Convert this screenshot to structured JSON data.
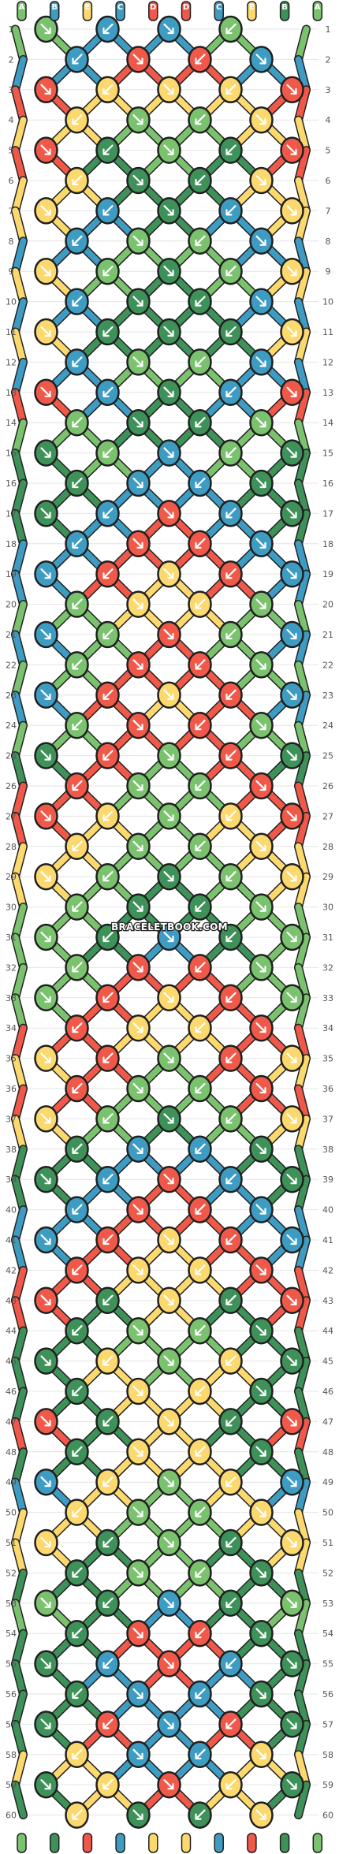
{
  "diagram": {
    "watermark": "BRACELETBOOK.COM",
    "palette": {
      "A": "#7bc26f",
      "B": "#3e9cc3",
      "C": "#f0594a",
      "D": "#fcd96e",
      "E": "#3e9259"
    },
    "threads": [
      {
        "letter": "A",
        "color": "A"
      },
      {
        "letter": "B",
        "color": "B"
      },
      {
        "letter": "E",
        "color": "D"
      },
      {
        "letter": "C",
        "color": "B"
      },
      {
        "letter": "D",
        "color": "C"
      },
      {
        "letter": "D",
        "color": "C"
      },
      {
        "letter": "C",
        "color": "B"
      },
      {
        "letter": "E",
        "color": "D"
      },
      {
        "letter": "B",
        "color": "E"
      },
      {
        "letter": "A",
        "color": "A"
      }
    ],
    "bottom_threads": [
      "A",
      "E",
      "C",
      "B",
      "D",
      "D",
      "B",
      "C",
      "E",
      "A"
    ],
    "row_count": 60,
    "pattern_rows": [
      "AB.BA",
      "BCCB",
      "CDDDC",
      "DAAD",
      "CEAEC",
      "DEED",
      "DBEBD",
      "BAAB",
      "DAEAD",
      "BEEB",
      "DEEED",
      "BAAB",
      "CBEBC",
      "AEEA",
      "EABAE",
      "EBBE",
      "EBCBE",
      "BCCB",
      "BCDCB",
      "ADDA",
      "BACAB",
      "ACCA",
      "BCDCB",
      "ACCA",
      "ECACE",
      "CAAC",
      "CDADC",
      "DAAD",
      "DAEAD",
      "AEEA",
      "AEBEA",
      "ACCA",
      "ACDCA",
      "CDDC",
      "DCACD",
      "CAAC",
      "DAEAD",
      "EBBE",
      "EBCBE",
      "BCCB",
      "BCDCB",
      "CDDC",
      "CEDEC",
      "EAAE",
      "EDADE",
      "EDDE",
      "CEDEC",
      "EDDE",
      "BDADB",
      "DAAD",
      "DEAED",
      "EAAE",
      "AEBEA",
      "ECCE",
      "EBCBE",
      "EBBE",
      "ECBCE",
      "DBBD",
      "EDCDE",
      "DEED"
    ]
  }
}
